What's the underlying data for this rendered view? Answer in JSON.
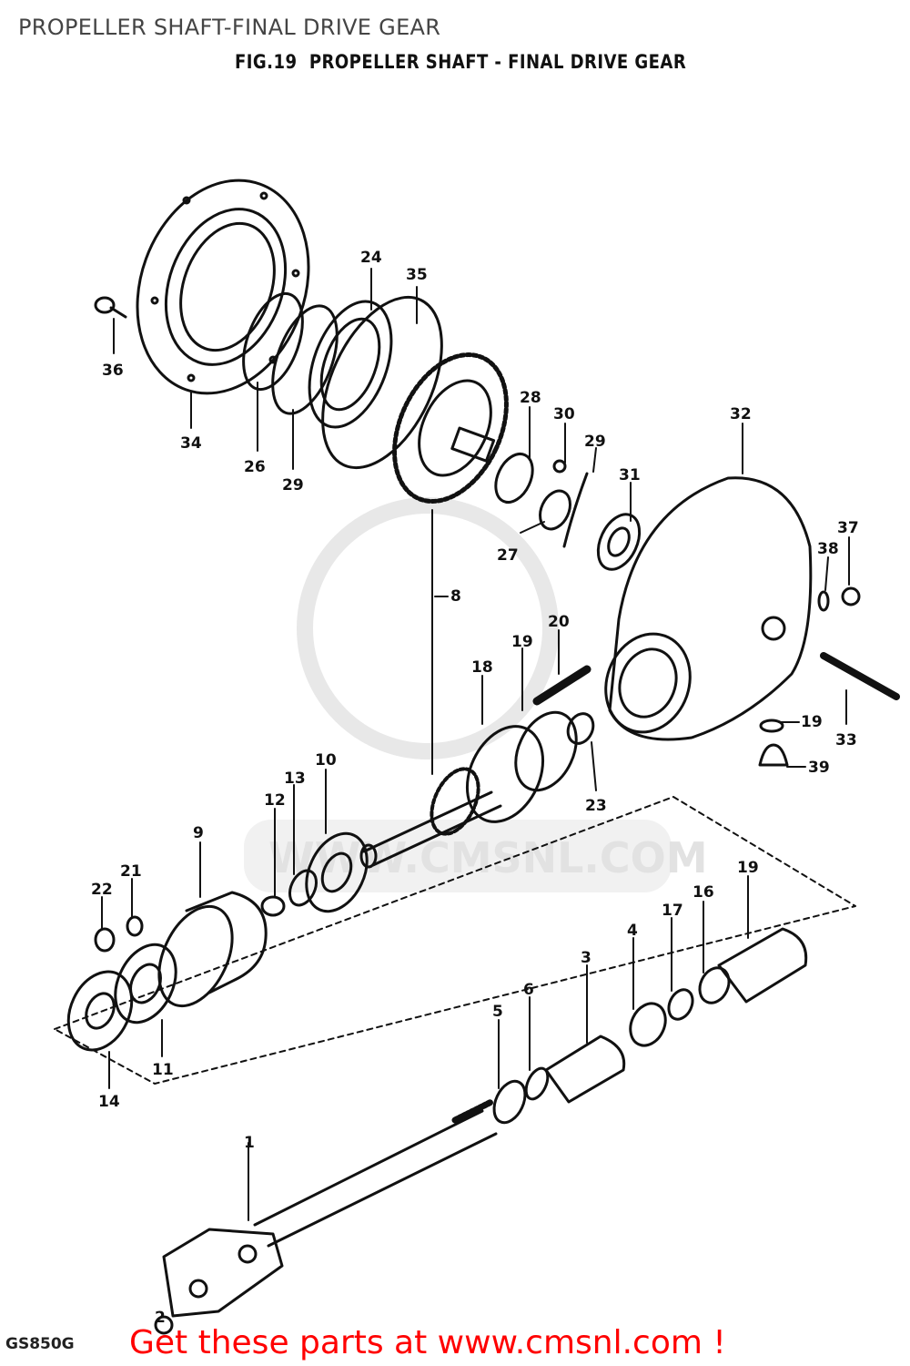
{
  "page_title": "PROPELLER SHAFT-FINAL DRIVE GEAR",
  "figure_title": "FIG.19  PROPELLER SHAFT - FINAL DRIVE GEAR",
  "watermark_text": "WWW.CMSNL.COM",
  "model_code": "GS850G",
  "cta_text": "Get these parts at www.cmsnl.com !",
  "colors": {
    "ink": "#111111",
    "cta": "#ff0000",
    "watermark": "#e2e2e2"
  },
  "callouts": [
    "36",
    "34",
    "26",
    "29",
    "24",
    "35",
    "28",
    "30",
    "29",
    "27",
    "31",
    "32",
    "37",
    "38",
    "8",
    "20",
    "19",
    "18",
    "33",
    "19",
    "39",
    "23",
    "10",
    "13",
    "12",
    "9",
    "21",
    "22",
    "11",
    "14",
    "19",
    "16",
    "17",
    "4",
    "3",
    "6",
    "5",
    "1",
    "2"
  ]
}
